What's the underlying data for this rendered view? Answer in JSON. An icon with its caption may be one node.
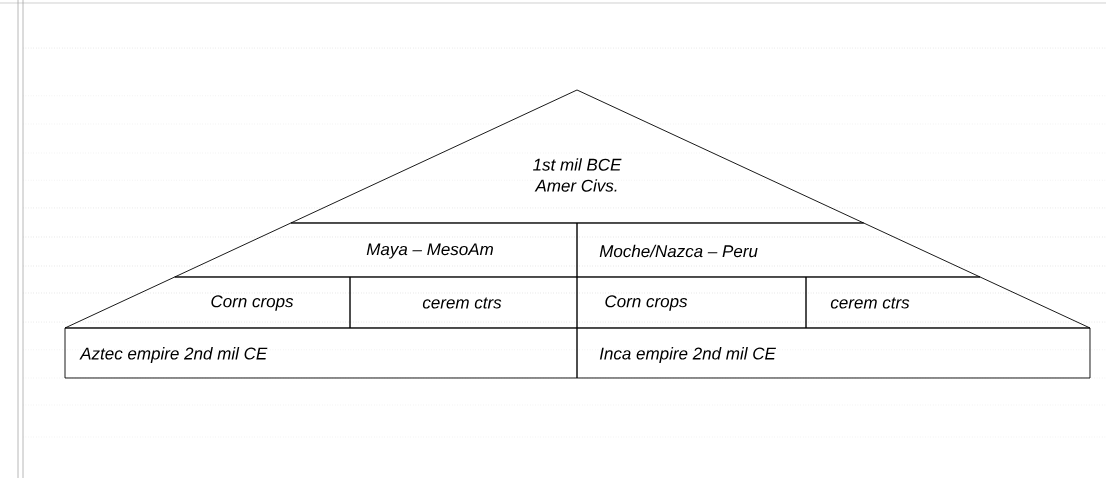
{
  "diagram": {
    "nodes": [
      {
        "text": [
          "1st mil BCE",
          "Amer Civs."
        ]
      },
      {
        "text": [
          "Maya – MesoAm"
        ]
      },
      {
        "text": [
          "Moche/Nazca – Peru"
        ]
      },
      {
        "text": [
          "Corn crops"
        ]
      },
      {
        "text": [
          "cerem ctrs"
        ]
      },
      {
        "text": [
          "Corn crops"
        ]
      },
      {
        "text": [
          "cerem ctrs"
        ]
      },
      {
        "text": [
          "Aztec empire 2nd mil CE"
        ]
      },
      {
        "text": [
          "Inca empire 2nd mil CE"
        ]
      }
    ]
  }
}
